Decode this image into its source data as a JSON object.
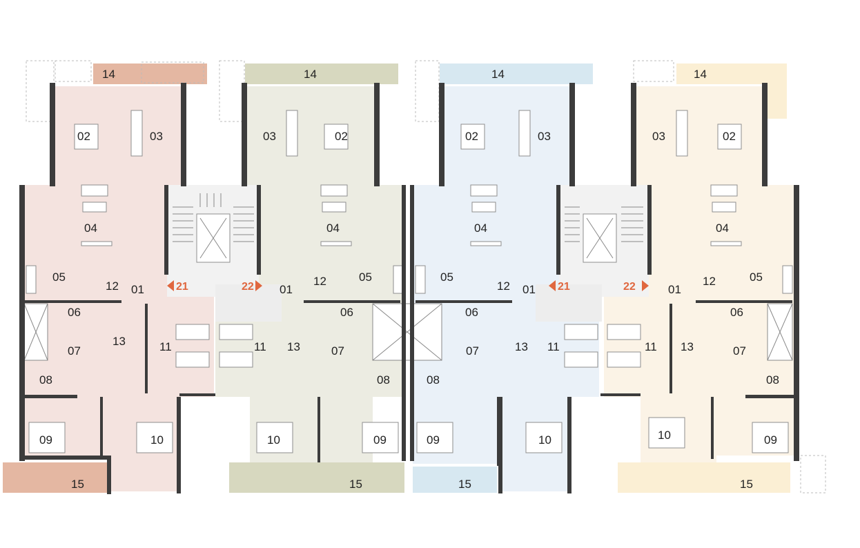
{
  "units": [
    {
      "id": "u1",
      "fill": "#f4e3df",
      "balcony": "#e4b7a2",
      "labels": {
        "r14": "14",
        "r02": "02",
        "r03": "03",
        "r04": "04",
        "r05": "05",
        "r12": "12",
        "r01": "01",
        "r06": "06",
        "r07": "07",
        "r13": "13",
        "r11": "11",
        "r08": "08",
        "r09": "09",
        "r10": "10",
        "r15": "15"
      }
    },
    {
      "id": "u2",
      "fill": "#ecece2",
      "balcony": "#d7d8bf",
      "labels": {
        "r14": "14",
        "r03": "03",
        "r02": "02",
        "r04": "04",
        "r12": "12",
        "r05": "05",
        "r01": "01",
        "r06": "06",
        "r07": "07",
        "r13": "13",
        "r11": "11",
        "r08": "08",
        "r10": "10",
        "r09": "09",
        "r15": "15"
      }
    },
    {
      "id": "u3",
      "fill": "#eaf1f8",
      "balcony": "#d7e8f1",
      "labels": {
        "r14": "14",
        "r02": "02",
        "r03": "03",
        "r04": "04",
        "r05": "05",
        "r12": "12",
        "r01": "01",
        "r06": "06",
        "r07": "07",
        "r13": "13",
        "r11": "11",
        "r08": "08",
        "r09": "09",
        "r10": "10",
        "r15": "15"
      }
    },
    {
      "id": "u4",
      "fill": "#fbf3e6",
      "balcony": "#fbefd4",
      "labels": {
        "r14": "14",
        "r03": "03",
        "r02": "02",
        "r04": "04",
        "r12": "12",
        "r05": "05",
        "r01": "01",
        "r06": "06",
        "r07": "07",
        "r13": "13",
        "r11": "11",
        "r08": "08",
        "r10": "10",
        "r09": "09",
        "r15": "15"
      }
    }
  ],
  "entrances": [
    {
      "id": "e1",
      "label": "21",
      "direction": "left"
    },
    {
      "id": "e2",
      "label": "22",
      "direction": "right"
    },
    {
      "id": "e3",
      "label": "21",
      "direction": "left"
    },
    {
      "id": "e4",
      "label": "22",
      "direction": "right"
    }
  ],
  "colors": {
    "wall": "#3c3c3c",
    "entrance": "#e0673f",
    "stair": "#f0f0f0"
  }
}
